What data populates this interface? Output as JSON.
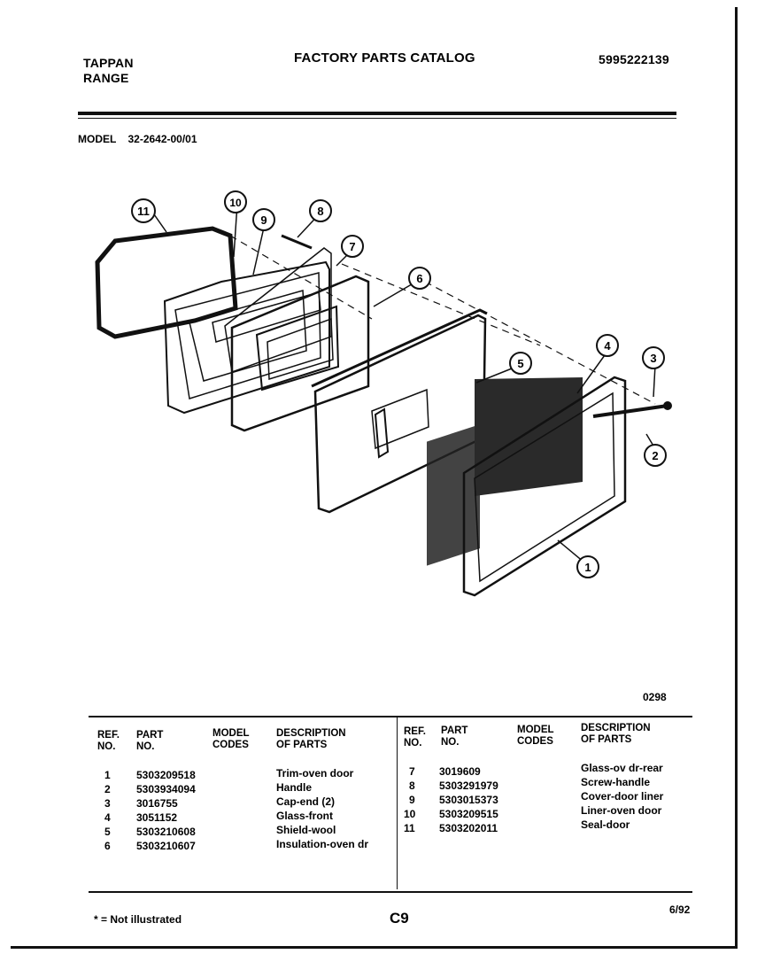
{
  "header": {
    "brand": "TAPPAN",
    "product": "RANGE",
    "title": "FACTORY PARTS CATALOG",
    "catalog_number": "5995222139"
  },
  "model": {
    "label": "MODEL",
    "value": "32-2642-00/01"
  },
  "diagram": {
    "callouts": [
      "1",
      "2",
      "3",
      "4",
      "5",
      "6",
      "7",
      "8",
      "9",
      "10",
      "11"
    ],
    "figure_code": "0298"
  },
  "table": {
    "headers": {
      "ref": [
        "REF.",
        "NO."
      ],
      "part": [
        "PART",
        "NO."
      ],
      "model": [
        "MODEL",
        "CODES"
      ],
      "desc": [
        "DESCRIPTION",
        "OF PARTS"
      ]
    },
    "left_rows": [
      {
        "ref": "1",
        "part": "5303209518",
        "desc": "Trim-oven door"
      },
      {
        "ref": "2",
        "part": "5303934094",
        "desc": "Handle"
      },
      {
        "ref": "3",
        "part": "3016755",
        "desc": "Cap-end (2)"
      },
      {
        "ref": "4",
        "part": "3051152",
        "desc": "Glass-front"
      },
      {
        "ref": "5",
        "part": "5303210608",
        "desc": "Shield-wool"
      },
      {
        "ref": "6",
        "part": "5303210607",
        "desc": "Insulation-oven dr"
      }
    ],
    "right_rows": [
      {
        "ref": "7",
        "part": "3019609",
        "desc": "Glass-ov dr-rear"
      },
      {
        "ref": "8",
        "part": "5303291979",
        "desc": "Screw-handle"
      },
      {
        "ref": "9",
        "part": "5303015373",
        "desc": "Cover-door liner"
      },
      {
        "ref": "10",
        "part": "5303209515",
        "desc": "Liner-oven door"
      },
      {
        "ref": "11",
        "part": "5303202011",
        "desc": "Seal-door"
      }
    ]
  },
  "footer": {
    "note": "* = Not illustrated",
    "page": "C9",
    "date": "6/92"
  }
}
